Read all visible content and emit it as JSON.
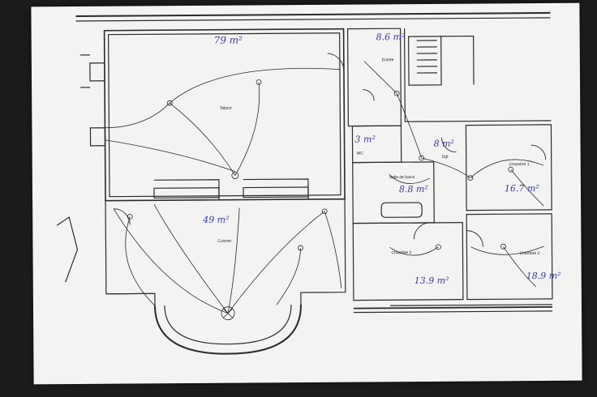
{
  "photo": {
    "background": "#1b1b1b",
    "paper": "#f3f3f1"
  },
  "plan": {
    "ink_color": "#2a2a2a",
    "annotation_color": "#3a3a9a",
    "rooms": [
      {
        "name": "Séjour",
        "area": "79 m²"
      },
      {
        "name": "Cuisine",
        "area": "49 m²"
      },
      {
        "name": "Entrée",
        "area": "8.6 m²"
      },
      {
        "name": "WC",
        "area": "3 m²"
      },
      {
        "name": "Dgt",
        "area": "8 m²"
      },
      {
        "name": "Salle de bains",
        "area": "8.8 m²"
      },
      {
        "name": "Chambre 1",
        "area": "16.7 m²"
      },
      {
        "name": "Chambre 3",
        "area": "13.9 m²"
      },
      {
        "name": "Chambre 2",
        "area": "18.9 m²"
      }
    ]
  }
}
